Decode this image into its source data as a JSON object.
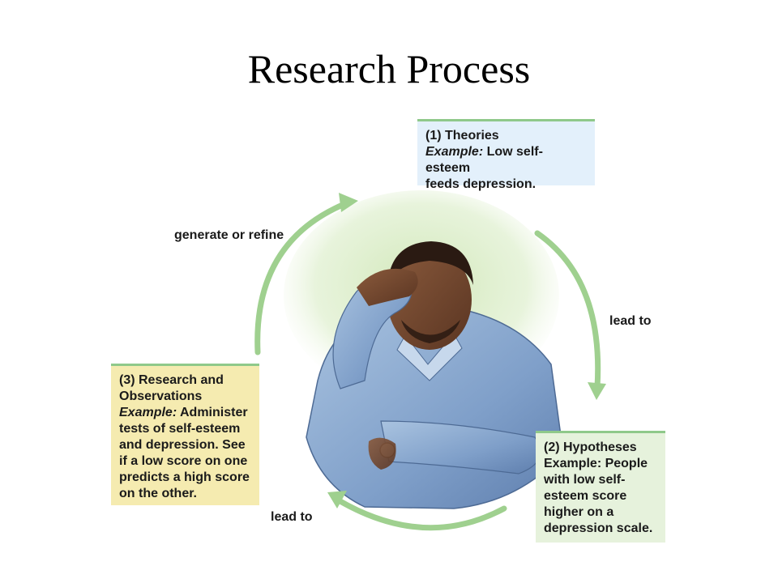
{
  "title": "Research Process",
  "boxes": {
    "theories": {
      "heading": "(1) Theories",
      "example_label": "Example:",
      "line1_rest": " Low self-esteem",
      "line2": "feeds depression."
    },
    "hypotheses": {
      "lines": [
        "(2) Hypotheses",
        "Example: People",
        "with low self-",
        "esteem score",
        "higher on a",
        "depression scale."
      ]
    },
    "research": {
      "heading1": "(3) Research and",
      "heading2": "Observations",
      "example_label": "Example:",
      "line3_rest": " Administer",
      "lines": [
        "tests of self-esteem",
        "and depression. See",
        "if a low score on one",
        "predicts a high score",
        "on the other."
      ]
    }
  },
  "arrows": {
    "generate": "generate or refine",
    "lead_to_1": "lead to",
    "lead_to_2": "lead to"
  },
  "colors": {
    "arrow": "#9fd08f",
    "theories_bg": "#e3f0fb",
    "hypotheses_bg": "#e6f2dc",
    "research_bg": "#f5ebb0",
    "box_border": "#8fc98a"
  },
  "illustration": "depressed-man-illustration"
}
